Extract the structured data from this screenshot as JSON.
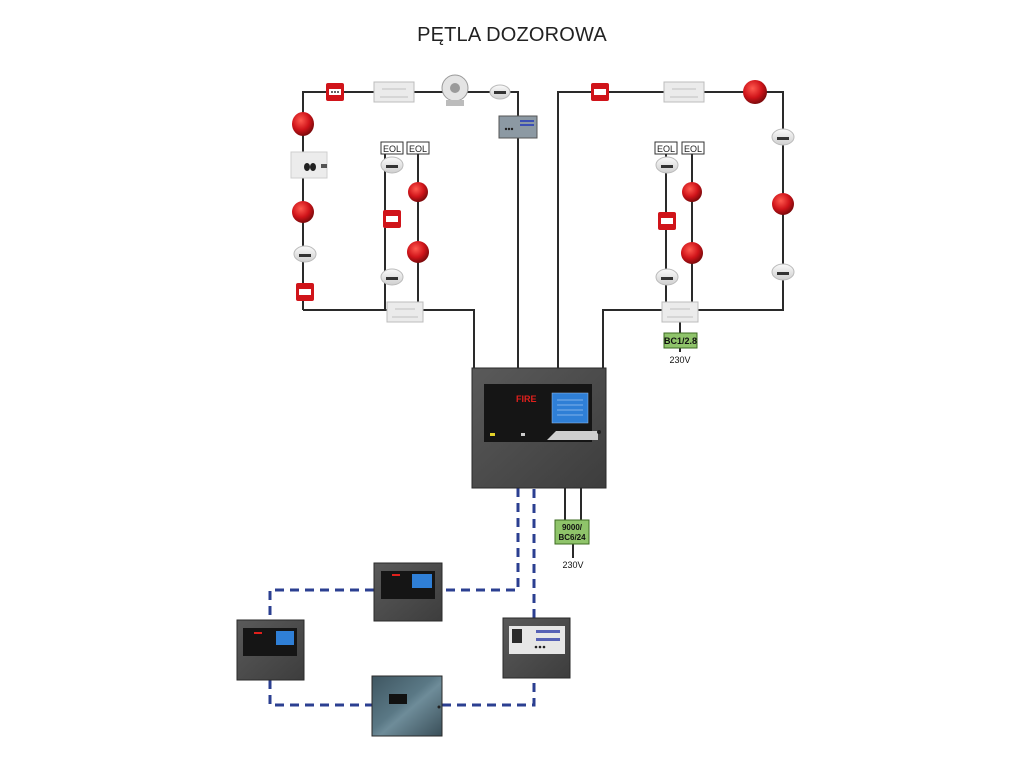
{
  "title": "PĘTLA DOZOROWA",
  "eol_label": "EOL",
  "power_units": [
    {
      "id": "left",
      "label_lines": [
        "9000/",
        "BC6/24"
      ],
      "voltage": "230V"
    },
    {
      "id": "right",
      "label_lines": [
        "BC1/2.8"
      ],
      "voltage": "230V"
    }
  ],
  "main_panel": {
    "display_text": "FIRE"
  },
  "colors": {
    "wire": "#2a2a2a",
    "network_bus": "#2b3f91",
    "power_box": "#8fc46a",
    "panel": "#4a4a4a",
    "red_device": "#d0141a",
    "lcd": "#2f7fd6"
  },
  "legend_devices": [
    "manual-call-point",
    "loop-interface-module",
    "sounder",
    "smoke-detector",
    "beacon",
    "repeater-panel",
    "eol-resistor"
  ]
}
